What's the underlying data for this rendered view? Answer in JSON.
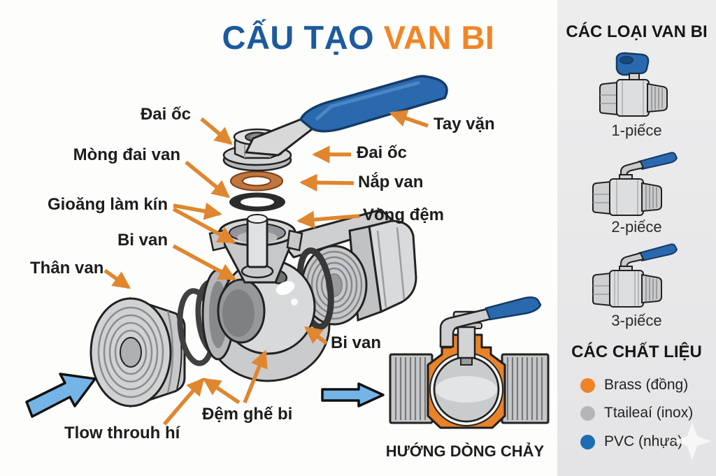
{
  "title": {
    "structure": "CẤU TẠO ",
    "subject": "VAN BI"
  },
  "colors": {
    "title_blue": "#1d5a9e",
    "title_orange": "#f08626",
    "label_arrow_orange": "#e0862e",
    "flow_arrow_blue": "#74b4e6",
    "handle_blue": "#2b69ae",
    "cross_section_body_orange": "#e8832a"
  },
  "diagram": {
    "labels": {
      "dai_oc_left": "Đai ốc",
      "mong_dai_van": "Mòng đai van",
      "gioang_lam_kin": "Gioăng làm kín",
      "bi_van_left": "Bi van",
      "than_van": "Thân van",
      "tlow_throuh_hi": "Tlow throuh hí",
      "dem_ghe_bi": "Đệm ghế bi",
      "tay_van": "Tay vặn",
      "dai_oc_right": "Đai ốc",
      "nap_van": "Nắp van",
      "vong_dem": "Vòng đệm",
      "bi_van_right": "Bi van"
    },
    "flow_caption": "HƯỚNG DÒNG CHẢY"
  },
  "sidebar": {
    "types_heading": "CÁC LOẠI VAN BI",
    "types": [
      {
        "label": "1-piếce"
      },
      {
        "label": "2-piếce"
      },
      {
        "label": "3-piếce"
      }
    ],
    "materials_heading": "CÁC CHẤT LIỆU",
    "materials": [
      {
        "name": "brass",
        "label": "Brass (đồng)",
        "color": "#ee8426"
      },
      {
        "name": "stainless",
        "label": "Ttaileaí (inox)",
        "color": "#b3b5b7"
      },
      {
        "name": "pvc",
        "label": "PVC (nhựa)",
        "color": "#1f6cb0"
      }
    ]
  }
}
